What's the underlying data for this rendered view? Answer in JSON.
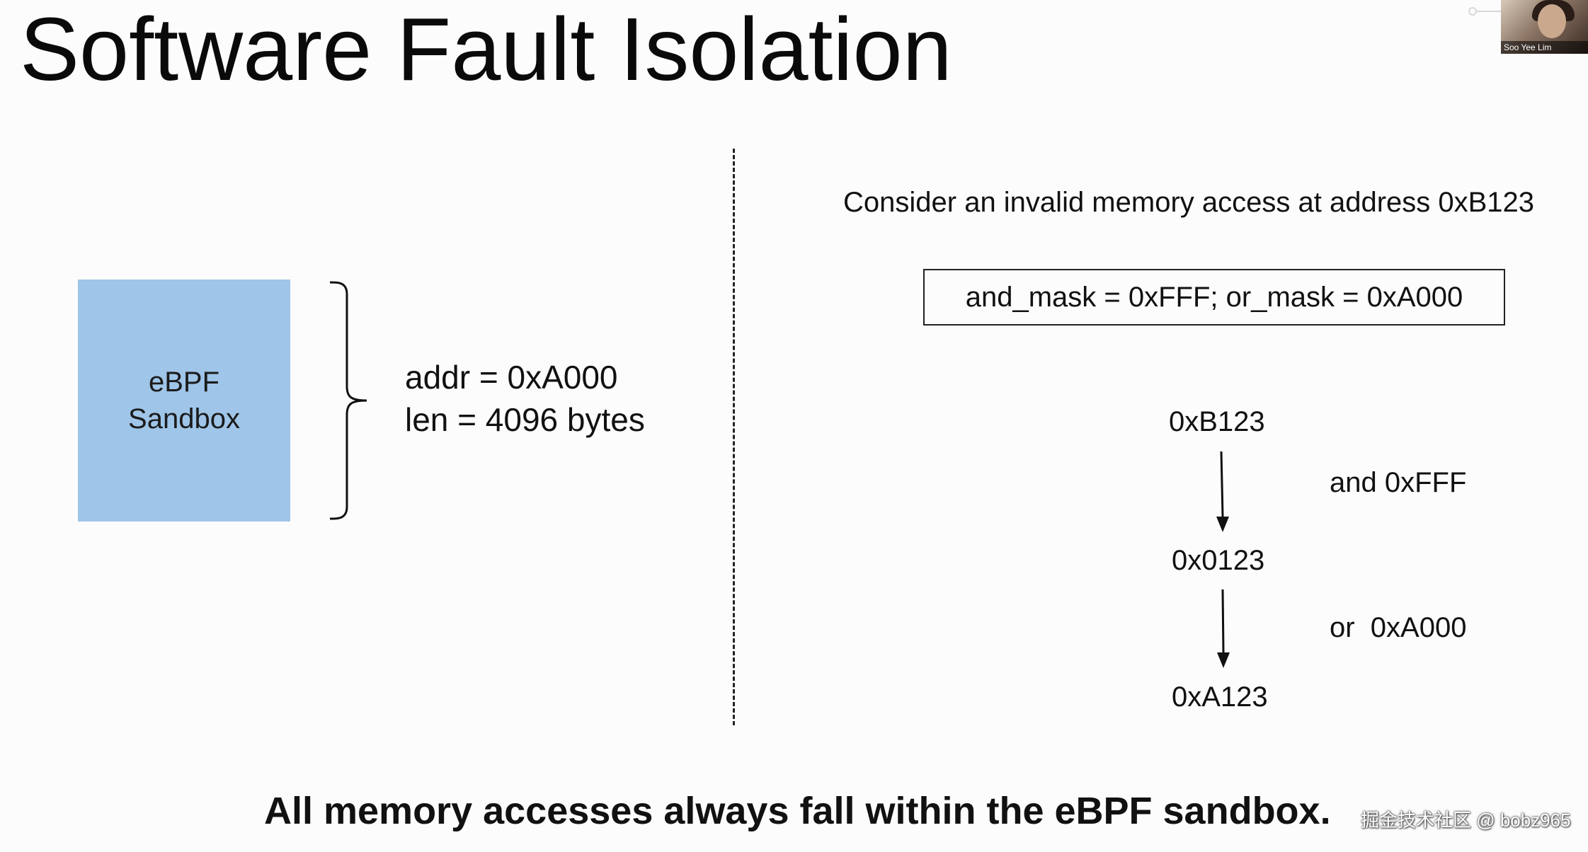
{
  "slide": {
    "title": "Software Fault Isolation",
    "conclusion": "All memory accesses always fall within the eBPF sandbox."
  },
  "video": {
    "participant_name": "Soo Yee Lim"
  },
  "left_panel": {
    "sandbox_label": "eBPF\nSandbox",
    "addr": "addr = 0xA000",
    "len": "len = 4096 bytes",
    "colors": {
      "sandbox_fill": "#9fc5e8"
    }
  },
  "right_panel": {
    "consider": "Consider an invalid memory access at address 0xB123",
    "mask": "and_mask = 0xFFF; or_mask = 0xA000",
    "steps": [
      {
        "value": "0xB123"
      },
      {
        "value": "0x0123",
        "op": "and 0xFFF"
      },
      {
        "value": "0xA123",
        "op": "or  0xA000"
      }
    ]
  },
  "watermark": "掘金技术社区 @ bobz965"
}
